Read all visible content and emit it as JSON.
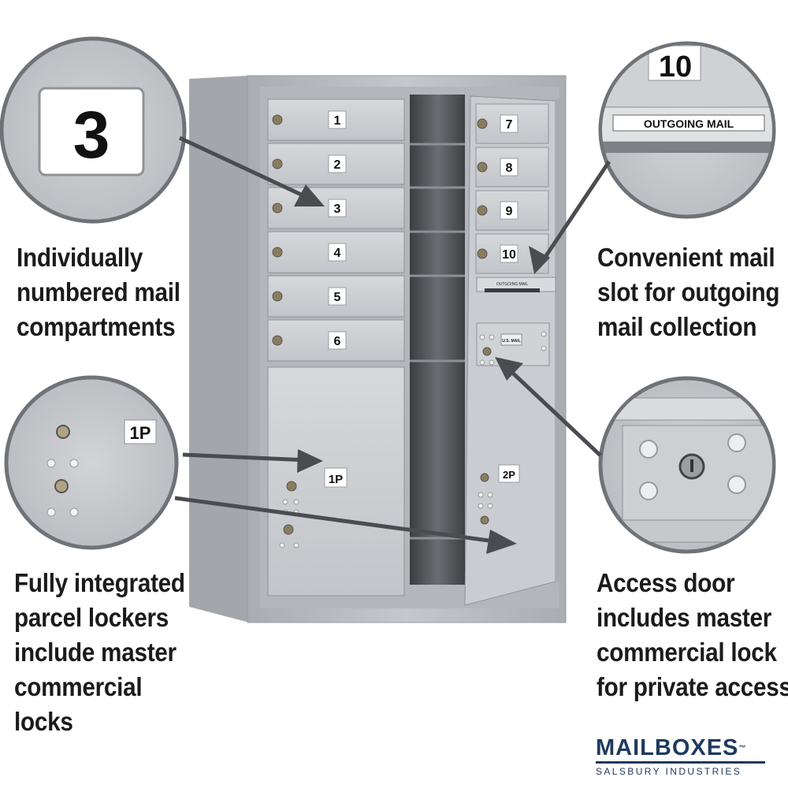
{
  "compartments": {
    "left": [
      "1",
      "2",
      "3",
      "4",
      "5",
      "6"
    ],
    "right": [
      "7",
      "8",
      "9",
      "10"
    ],
    "parcel_left": "1P",
    "parcel_right": "2P",
    "outgoing_slot": "OUTGOING MAIL",
    "usps_tag": "U.S. MAIL"
  },
  "callouts": {
    "number_zoom": "3",
    "outgoing_zoom_number": "10",
    "outgoing_zoom_label": "OUTGOING MAIL",
    "parcel_zoom": "1P"
  },
  "captions": {
    "numbered": [
      "Individually",
      "numbered mail",
      "compartments"
    ],
    "outgoing": [
      "Convenient mail",
      "slot for outgoing",
      "mail collection"
    ],
    "parcel": [
      "Fully integrated",
      "parcel lockers",
      "include master",
      "commercial",
      "locks"
    ],
    "access": [
      "Access door",
      "includes master",
      "commercial lock",
      "for private access"
    ]
  },
  "brand": {
    "name": "MAILBOXES",
    "trademark": "™",
    "tagline": "SALSBURY INDUSTRIES"
  },
  "colors": {
    "cabinet": "#b9bcc0",
    "door": "#cfd2d5",
    "brand_navy": "#203a5e",
    "arrow": "#4a4c50"
  }
}
